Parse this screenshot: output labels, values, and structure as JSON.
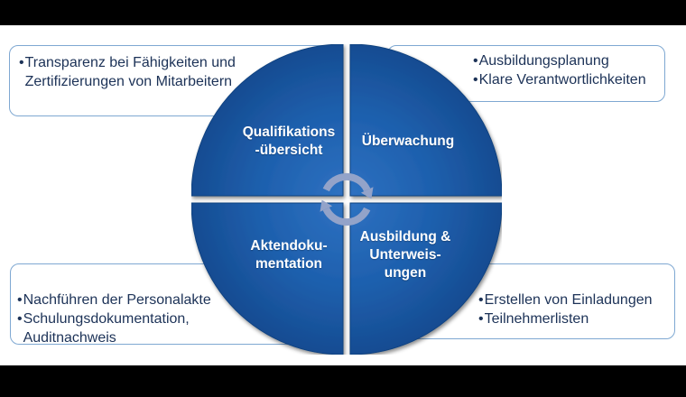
{
  "bullet": "•",
  "wheel": {
    "quadrants": [
      {
        "name": "qualifikationsuebersicht",
        "lines": [
          "Qualifikations",
          "-übersicht"
        ]
      },
      {
        "name": "ueberwachung",
        "lines": [
          "Überwachung"
        ]
      },
      {
        "name": "aktendokumentation",
        "lines": [
          "Aktendoku-",
          "mentation"
        ]
      },
      {
        "name": "ausbildung-unterweisungen",
        "lines": [
          "Ausbildung &",
          "Unterweis-",
          "ungen"
        ]
      }
    ],
    "center_icon": "cycle-arrows-icon"
  },
  "callouts": {
    "top_left": {
      "items": [
        {
          "lines": [
            "Transparenz bei Fähigkeiten und",
            "Zertifizierungen von Mitarbeitern"
          ]
        }
      ]
    },
    "top_right": {
      "items": [
        {
          "lines": [
            "Ausbildungsplanung"
          ]
        },
        {
          "lines": [
            "Klare Verantwortlichkeiten"
          ]
        }
      ]
    },
    "bottom_left": {
      "items": [
        {
          "lines": [
            "Nachführen der Personalakte"
          ]
        },
        {
          "lines": [
            "Schulungsdokumentation,",
            "Auditnachweis"
          ]
        }
      ]
    },
    "bottom_right": {
      "items": [
        {
          "lines": [
            "Erstellen von Einladungen"
          ]
        },
        {
          "lines": [
            "Teilnehmerlisten"
          ]
        }
      ]
    }
  },
  "colors": {
    "quadrant_gradient_center": "#2F72C2",
    "quadrant_gradient_mid": "#1E60AE",
    "quadrant_gradient_edge": "#164C92",
    "quadrant_outline": "#11427F",
    "quadrant_label_text": "#FFFFFF",
    "arrow_icon": "#93A3C9",
    "callout_border": "#7FA8D2",
    "callout_text": "#1C3257",
    "background": "#FFFFFF",
    "letterbox": "#000000"
  }
}
